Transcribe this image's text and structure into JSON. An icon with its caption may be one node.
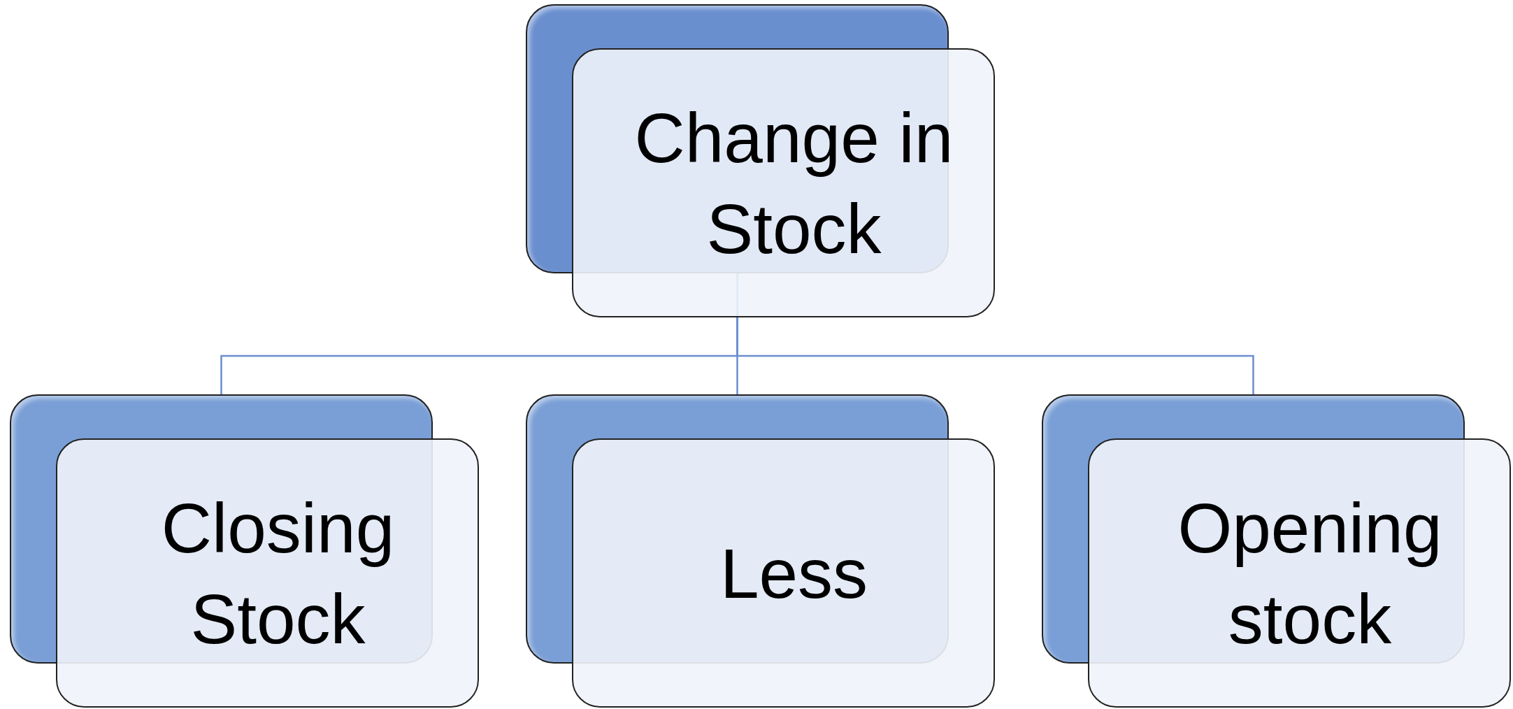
{
  "diagram": {
    "nodes": [
      {
        "text": [
          "Change in Stock"
        ]
      },
      {
        "text": [
          "Closing Stock"
        ]
      },
      {
        "text": [
          "Less"
        ]
      },
      {
        "text": [
          "Opening stock"
        ]
      }
    ],
    "edges": [
      {
        "from": 0,
        "to": 1,
        "arrow": "none"
      },
      {
        "from": 0,
        "to": 2,
        "arrow": "none"
      },
      {
        "from": 0,
        "to": 3,
        "arrow": "none"
      }
    ]
  }
}
